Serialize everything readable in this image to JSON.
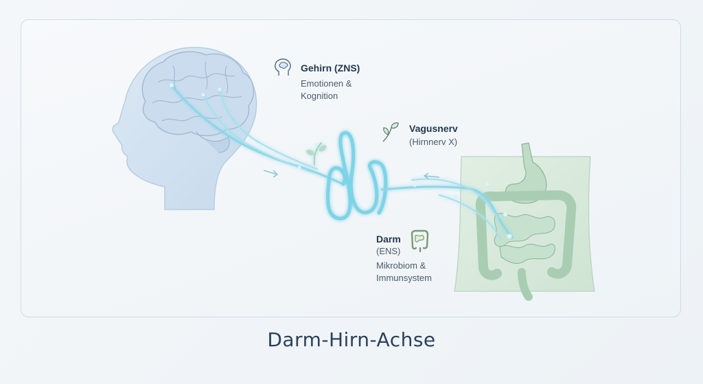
{
  "labels": {
    "brain": {
      "title": "Gehirn (ZNS)",
      "desc_line1": "Emotionen &",
      "desc_line2": "Kognition"
    },
    "vagus": {
      "title": "Vagusnerv",
      "sub": "(Hirnnerv X)"
    },
    "gut": {
      "title": "Darm",
      "sub": "(ENS)",
      "desc_line1": "Mikrobiom &",
      "desc_line2": "Immunsystem"
    }
  },
  "caption": "Darm-Hirn-Achse",
  "icons": {
    "brain": "brain-head-icon",
    "vagus": "sprout-leaves-icon",
    "gut": "intestine-icon"
  },
  "colors": {
    "nerve": "#7fd3e6",
    "head": "#cfe0f0",
    "gut": "#cfe5d4",
    "text": "#22384c"
  }
}
